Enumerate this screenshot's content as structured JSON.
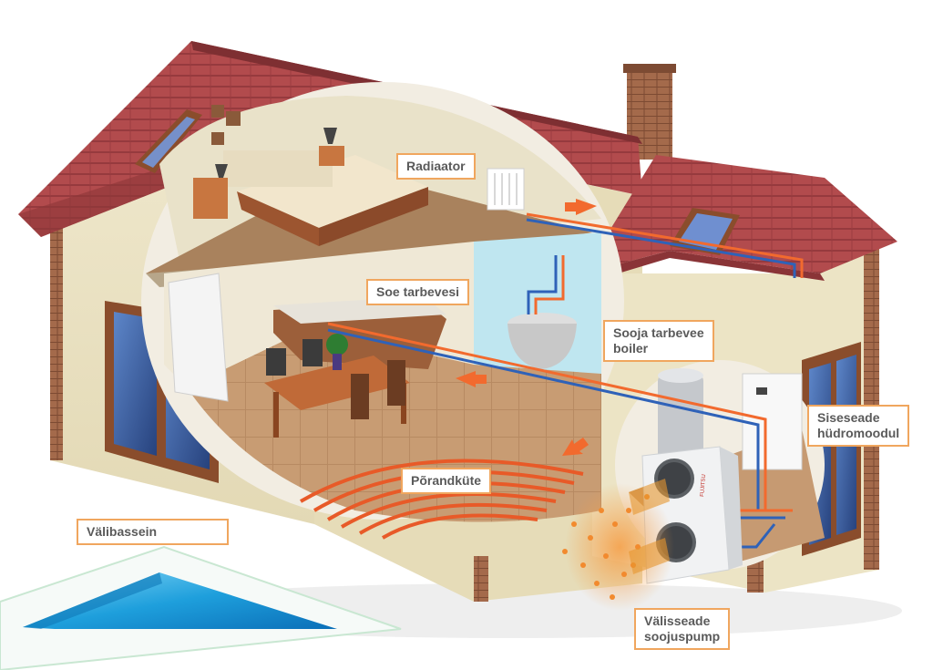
{
  "colors": {
    "roof": "#b14a4c",
    "roof_dark": "#8a3437",
    "wall": "#ede6c9",
    "wall_shadow": "#d8ceab",
    "brick": "#a76a4a",
    "floor": "#c69a72",
    "pipe_hot": "#f26a2e",
    "pipe_cold": "#2f62b8",
    "label_border": "#f0a65e",
    "label_text": "#5a5a5a",
    "pool": "#2aa9e2"
  },
  "labels": {
    "radiator": "Radiaator",
    "hot_water": "Soe tarbevesi",
    "boiler_line1": "Sooja tarbevee",
    "boiler_line2": "boiler",
    "indoor_line1": "Siseseade",
    "indoor_line2": "hüdromoodul",
    "floor_heating": "Põrandküte",
    "pool": "Välibassein",
    "outdoor_line1": "Välisseade",
    "outdoor_line2": "soojuspump"
  },
  "brand_mark": "FUJITSU"
}
